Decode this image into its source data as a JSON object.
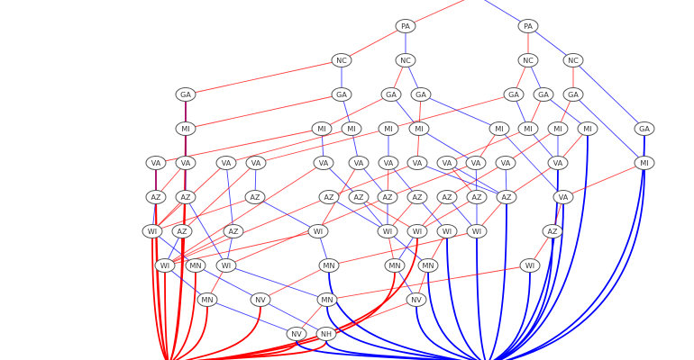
{
  "colors": {
    "low": "#ff0000",
    "high": "#0000ff",
    "node_stroke": "#555555"
  },
  "nodes": [
    {
      "id": "pa1",
      "label": "PA"
    },
    {
      "id": "pa2",
      "label": "PA"
    },
    {
      "id": "nc1",
      "label": "NC"
    },
    {
      "id": "nc2",
      "label": "NC"
    },
    {
      "id": "nc3",
      "label": "NC"
    },
    {
      "id": "nc4",
      "label": "NC"
    },
    {
      "id": "ga1",
      "label": "GA"
    },
    {
      "id": "ga2",
      "label": "GA"
    },
    {
      "id": "ga3",
      "label": "GA"
    },
    {
      "id": "ga4",
      "label": "GA"
    },
    {
      "id": "ga5",
      "label": "GA"
    },
    {
      "id": "ga6",
      "label": "GA"
    },
    {
      "id": "ga7",
      "label": "GA"
    },
    {
      "id": "ga8",
      "label": "GA"
    },
    {
      "id": "mi1",
      "label": "MI"
    },
    {
      "id": "mi2",
      "label": "MI"
    },
    {
      "id": "mi3",
      "label": "MI"
    },
    {
      "id": "mi4",
      "label": "MI"
    },
    {
      "id": "mi5",
      "label": "MI"
    },
    {
      "id": "mi6",
      "label": "MI"
    },
    {
      "id": "mi7",
      "label": "MI"
    },
    {
      "id": "mi8",
      "label": "MI"
    },
    {
      "id": "mi9",
      "label": "MI"
    },
    {
      "id": "mi10",
      "label": "MI"
    },
    {
      "id": "v1",
      "label": "VA"
    },
    {
      "id": "v2",
      "label": "VA"
    },
    {
      "id": "v3",
      "label": "VA"
    },
    {
      "id": "v4",
      "label": "VA"
    },
    {
      "id": "v5",
      "label": "VA"
    },
    {
      "id": "v6",
      "label": "VA"
    },
    {
      "id": "v7",
      "label": "VA"
    },
    {
      "id": "v8",
      "label": "VA"
    },
    {
      "id": "v9",
      "label": "VA"
    },
    {
      "id": "v10",
      "label": "VA"
    },
    {
      "id": "v11",
      "label": "VA"
    },
    {
      "id": "v12",
      "label": "VA"
    },
    {
      "id": "v13",
      "label": "VA"
    },
    {
      "id": "a1",
      "label": "AZ"
    },
    {
      "id": "a2",
      "label": "AZ"
    },
    {
      "id": "a3",
      "label": "AZ"
    },
    {
      "id": "a4",
      "label": "AZ"
    },
    {
      "id": "a5",
      "label": "AZ"
    },
    {
      "id": "a6",
      "label": "AZ"
    },
    {
      "id": "a7",
      "label": "AZ"
    },
    {
      "id": "a8",
      "label": "AZ"
    },
    {
      "id": "a9",
      "label": "AZ"
    },
    {
      "id": "a10",
      "label": "AZ"
    },
    {
      "id": "a11",
      "label": "AZ"
    },
    {
      "id": "a12",
      "label": "AZ"
    },
    {
      "id": "a13",
      "label": "AZ"
    },
    {
      "id": "w1",
      "label": "WI"
    },
    {
      "id": "w2",
      "label": "WI"
    },
    {
      "id": "w3",
      "label": "WI"
    },
    {
      "id": "w4",
      "label": "WI"
    },
    {
      "id": "w5",
      "label": "WI"
    },
    {
      "id": "w6",
      "label": "WI"
    },
    {
      "id": "w7",
      "label": "WI"
    },
    {
      "id": "w8",
      "label": "WI"
    },
    {
      "id": "w9",
      "label": "WI"
    },
    {
      "id": "m1",
      "label": "MN"
    },
    {
      "id": "m2",
      "label": "MN"
    },
    {
      "id": "m3",
      "label": "MN"
    },
    {
      "id": "m4",
      "label": "MN"
    },
    {
      "id": "m5",
      "label": "MN"
    },
    {
      "id": "m6",
      "label": "MN"
    },
    {
      "id": "n1",
      "label": "NV"
    },
    {
      "id": "n2",
      "label": "NV"
    },
    {
      "id": "n3",
      "label": "NV"
    },
    {
      "id": "h1",
      "label": "NH"
    }
  ],
  "edges": [
    [
      "root",
      "pa1",
      "low"
    ],
    [
      "root",
      "pa2",
      "high"
    ],
    [
      "pa1",
      "nc1",
      "low"
    ],
    [
      "pa1",
      "nc2",
      "high"
    ],
    [
      "pa2",
      "nc3",
      "low"
    ],
    [
      "pa2",
      "nc4",
      "high"
    ],
    [
      "nc1",
      "ga1",
      "low"
    ],
    [
      "nc1",
      "ga2",
      "high"
    ],
    [
      "nc2",
      "ga3",
      "low"
    ],
    [
      "nc2",
      "ga4",
      "high"
    ],
    [
      "nc3",
      "ga5",
      "low"
    ],
    [
      "nc3",
      "ga6",
      "high"
    ],
    [
      "nc4",
      "ga7",
      "low"
    ],
    [
      "nc4",
      "ga8",
      "high"
    ],
    [
      "ga1",
      "F",
      "low"
    ],
    [
      "ga1",
      "mi1",
      "high"
    ],
    [
      "ga2",
      "mi1",
      "low"
    ],
    [
      "ga2",
      "mi3",
      "high"
    ],
    [
      "ga3",
      "mi2",
      "low"
    ],
    [
      "ga3",
      "mi5",
      "high"
    ],
    [
      "ga4",
      "mi5",
      "low"
    ],
    [
      "ga4",
      "mi6",
      "high"
    ],
    [
      "ga5",
      "mi4",
      "low"
    ],
    [
      "ga5",
      "mi7",
      "high"
    ],
    [
      "ga6",
      "mi7",
      "low"
    ],
    [
      "ga6",
      "mi9",
      "high"
    ],
    [
      "ga7",
      "mi8",
      "low"
    ],
    [
      "ga7",
      "mi10",
      "high"
    ],
    [
      "ga8",
      "mi10",
      "low"
    ],
    [
      "ga8",
      "T",
      "high"
    ],
    [
      "mi1",
      "F",
      "low"
    ],
    [
      "mi1",
      "v2",
      "high"
    ],
    [
      "mi2",
      "v1",
      "low"
    ],
    [
      "mi2",
      "v5",
      "high"
    ],
    [
      "mi3",
      "v3",
      "low"
    ],
    [
      "mi3",
      "v6",
      "high"
    ],
    [
      "mi4",
      "v4",
      "low"
    ],
    [
      "mi4",
      "v7",
      "high"
    ],
    [
      "mi5",
      "v8",
      "low"
    ],
    [
      "mi5",
      "v10",
      "high"
    ],
    [
      "mi6",
      "v10",
      "low"
    ],
    [
      "mi6",
      "v13",
      "high"
    ],
    [
      "mi7",
      "v9",
      "low"
    ],
    [
      "mi7",
      "v12",
      "high"
    ],
    [
      "mi8",
      "v11",
      "low"
    ],
    [
      "mi8",
      "v12",
      "high"
    ],
    [
      "mi9",
      "v12",
      "low"
    ],
    [
      "mi9",
      "T",
      "high"
    ],
    [
      "mi10",
      "v13",
      "low"
    ],
    [
      "mi10",
      "T",
      "high"
    ],
    [
      "v1",
      "F",
      "low"
    ],
    [
      "v1",
      "a1",
      "high"
    ],
    [
      "v2",
      "a1",
      "low"
    ],
    [
      "v2",
      "a2",
      "high"
    ],
    [
      "v3",
      "w1",
      "low"
    ],
    [
      "v3",
      "a12",
      "high"
    ],
    [
      "v4",
      "a11",
      "low"
    ],
    [
      "v4",
      "a3",
      "high"
    ],
    [
      "v5",
      "w7",
      "low"
    ],
    [
      "v5",
      "a5",
      "high"
    ],
    [
      "v6",
      "w2",
      "low"
    ],
    [
      "v6",
      "a6",
      "high"
    ],
    [
      "v7",
      "a6",
      "low"
    ],
    [
      "v7",
      "a7",
      "high"
    ],
    [
      "v8",
      "a4",
      "low"
    ],
    [
      "v8",
      "a10",
      "high"
    ],
    [
      "v9",
      "a9",
      "low"
    ],
    [
      "v9",
      "a10",
      "high"
    ],
    [
      "v10",
      "a6",
      "low"
    ],
    [
      "v10",
      "a9",
      "high"
    ],
    [
      "v11",
      "a8",
      "low"
    ],
    [
      "v11",
      "a10",
      "high"
    ],
    [
      "v12",
      "a10",
      "low"
    ],
    [
      "v12",
      "T",
      "high"
    ],
    [
      "v13",
      "a13",
      "low"
    ],
    [
      "v13",
      "T",
      "high"
    ],
    [
      "a1",
      "F",
      "low"
    ],
    [
      "a1",
      "w1",
      "high"
    ],
    [
      "a2",
      "w1",
      "low"
    ],
    [
      "a2",
      "w8",
      "high"
    ],
    [
      "a3",
      "w1",
      "low"
    ],
    [
      "a3",
      "w2",
      "high"
    ],
    [
      "a4",
      "w7",
      "low"
    ],
    [
      "a4",
      "w3",
      "high"
    ],
    [
      "a5",
      "w4",
      "low"
    ],
    [
      "a5",
      "w3",
      "high"
    ],
    [
      "a6",
      "w8",
      "low"
    ],
    [
      "a6",
      "w3",
      "high"
    ],
    [
      "a7",
      "w3",
      "low"
    ],
    [
      "a7",
      "w5",
      "high"
    ],
    [
      "a8",
      "w4",
      "low"
    ],
    [
      "a8",
      "w6",
      "high"
    ],
    [
      "a9",
      "w4",
      "low"
    ],
    [
      "a9",
      "w6",
      "high"
    ],
    [
      "a10",
      "w6",
      "low"
    ],
    [
      "a10",
      "T",
      "high"
    ],
    [
      "w1",
      "F",
      "low"
    ],
    [
      "w1",
      "m1",
      "high"
    ],
    [
      "a11",
      "F",
      "low"
    ],
    [
      "a11",
      "w7",
      "high"
    ],
    [
      "a12",
      "w7",
      "low"
    ],
    [
      "a12",
      "w8",
      "high"
    ],
    [
      "w2",
      "w7",
      "low"
    ],
    [
      "w2",
      "m2",
      "high"
    ],
    [
      "w3",
      "m3",
      "low"
    ],
    [
      "w3",
      "m4",
      "high"
    ],
    [
      "w4",
      "F",
      "low"
    ],
    [
      "w4",
      "m3",
      "high"
    ],
    [
      "w5",
      "m4",
      "low"
    ],
    [
      "w5",
      "T",
      "high"
    ],
    [
      "w6",
      "m2",
      "low"
    ],
    [
      "w6",
      "T",
      "high"
    ],
    [
      "a13",
      "w9",
      "low"
    ],
    [
      "a13",
      "T",
      "high"
    ],
    [
      "w7",
      "F",
      "low"
    ],
    [
      "w7",
      "m5",
      "high"
    ],
    [
      "m1",
      "F",
      "low"
    ],
    [
      "m1",
      "n1",
      "high"
    ],
    [
      "w8",
      "m5",
      "low"
    ],
    [
      "w8",
      "m6",
      "high"
    ],
    [
      "m2",
      "n1",
      "low"
    ],
    [
      "m2",
      "T",
      "high"
    ],
    [
      "m3",
      "F",
      "low"
    ],
    [
      "m3",
      "n2",
      "high"
    ],
    [
      "m4",
      "n2",
      "low"
    ],
    [
      "m4",
      "T",
      "high"
    ],
    [
      "w9",
      "m6",
      "low"
    ],
    [
      "w9",
      "T",
      "high"
    ],
    [
      "m5",
      "F",
      "low"
    ],
    [
      "m5",
      "n3",
      "high"
    ],
    [
      "n1",
      "F",
      "low"
    ],
    [
      "n1",
      "h1",
      "high"
    ],
    [
      "m6",
      "n3",
      "low"
    ],
    [
      "m6",
      "T",
      "high"
    ],
    [
      "n2",
      "h1",
      "low"
    ],
    [
      "n2",
      "T",
      "high"
    ],
    [
      "n3",
      "F",
      "low"
    ],
    [
      "n3",
      "T",
      "high"
    ],
    [
      "h1",
      "F",
      "low"
    ],
    [
      "h1",
      "T",
      "high"
    ]
  ]
}
